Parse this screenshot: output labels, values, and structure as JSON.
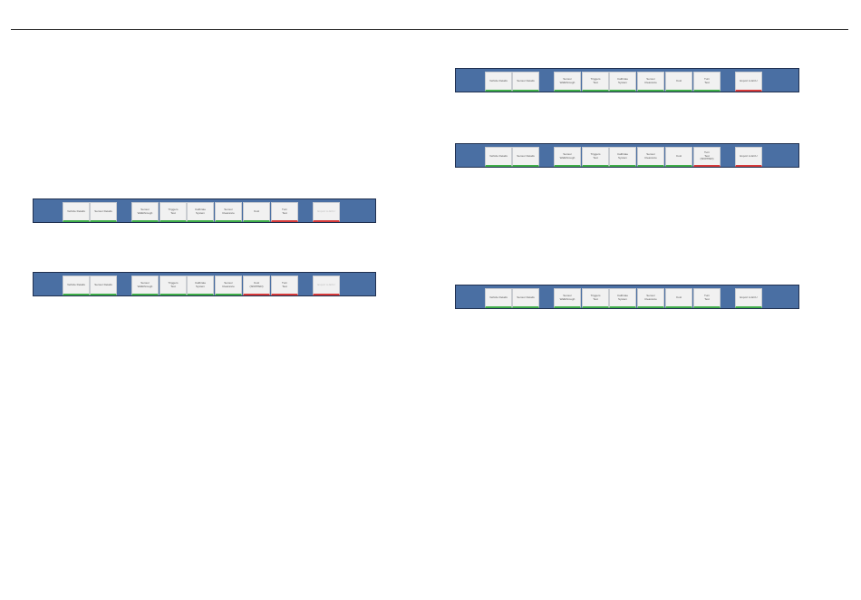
{
  "colors": {
    "bar_fill": "#4a6fa3",
    "button_fill": "#f1f1f1",
    "status_ok": "#3fae49",
    "status_fail": "#d63a3a"
  },
  "toolbars": [
    {
      "buttons": [
        {
          "label": "Vehicle Details",
          "status": "green"
        },
        {
          "label": "Sensor Details",
          "status": "green"
        },
        {
          "label": "Sensor\nWalkthrough",
          "status": "green"
        },
        {
          "label": "Triggers\nTest",
          "status": "green"
        },
        {
          "label": "Calibrate\nSystem",
          "status": "green"
        },
        {
          "label": "Sensor\nClearance",
          "status": "green"
        },
        {
          "label": "KoH",
          "status": "green"
        },
        {
          "label": "Turn\nTest",
          "status": "red"
        },
        {
          "label": "Export to ECU",
          "status": "red",
          "disabled": true
        }
      ]
    },
    {
      "buttons": [
        {
          "label": "Vehicle Details",
          "status": "green"
        },
        {
          "label": "Sensor Details",
          "status": "green"
        },
        {
          "label": "Sensor\nWalkthrough",
          "status": "green"
        },
        {
          "label": "Triggers\nTest",
          "status": "green"
        },
        {
          "label": "Calibrate\nSystem",
          "status": "green"
        },
        {
          "label": "Sensor\nClearance",
          "status": "green"
        },
        {
          "label": "KoH\n(SKIPPED)",
          "status": "red"
        },
        {
          "label": "Turn\nTest",
          "status": "red"
        },
        {
          "label": "Export to ECU",
          "status": "red",
          "disabled": true
        }
      ]
    },
    {
      "buttons": [
        {
          "label": "Vehicle Details",
          "status": "green"
        },
        {
          "label": "Sensor Details",
          "status": "green"
        },
        {
          "label": "Sensor\nWalkthrough",
          "status": "green"
        },
        {
          "label": "Triggers\nTest",
          "status": "green"
        },
        {
          "label": "Calibrate\nSystem",
          "status": "green"
        },
        {
          "label": "Sensor\nClearance",
          "status": "green"
        },
        {
          "label": "KoH",
          "status": "green"
        },
        {
          "label": "Turn\nTest",
          "status": "green"
        },
        {
          "label": "Export to ECU",
          "status": "red"
        }
      ]
    },
    {
      "buttons": [
        {
          "label": "Vehicle Details",
          "status": "green"
        },
        {
          "label": "Sensor Details",
          "status": "green"
        },
        {
          "label": "Sensor\nWalkthrough",
          "status": "green"
        },
        {
          "label": "Triggers\nTest",
          "status": "green"
        },
        {
          "label": "Calibrate\nSystem",
          "status": "green"
        },
        {
          "label": "Sensor\nClearance",
          "status": "green"
        },
        {
          "label": "KoH",
          "status": "green"
        },
        {
          "label": "Turn\nTest\n(SKIPPED)",
          "status": "red"
        },
        {
          "label": "Export to ECU",
          "status": "red"
        }
      ]
    },
    {
      "buttons": [
        {
          "label": "Vehicle Details",
          "status": "green"
        },
        {
          "label": "Sensor Details",
          "status": "green"
        },
        {
          "label": "Sensor\nWalkthrough",
          "status": "green"
        },
        {
          "label": "Triggers\nTest",
          "status": "green"
        },
        {
          "label": "Calibrate\nSystem",
          "status": "green"
        },
        {
          "label": "Sensor\nClearance",
          "status": "green"
        },
        {
          "label": "KoH",
          "status": "green"
        },
        {
          "label": "Turn\nTest",
          "status": "green"
        },
        {
          "label": "Export to ECU",
          "status": "green"
        }
      ]
    }
  ]
}
